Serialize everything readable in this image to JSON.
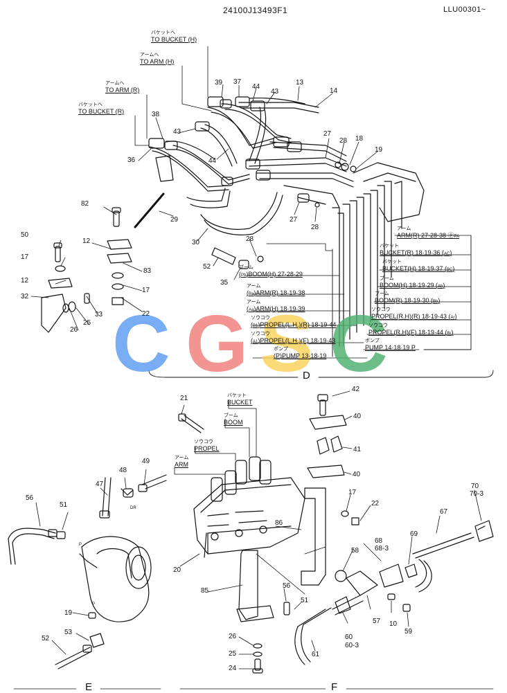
{
  "header": {
    "part_no": "24100J13493F1",
    "serial_range": "LLU00301~"
  },
  "watermark": {
    "letters": [
      "C",
      "G",
      "S",
      "C"
    ],
    "colors": [
      "#5b9cf2",
      "#f07d7b",
      "#f9d25a",
      "#4caf6e"
    ]
  },
  "sections": {
    "d": "D",
    "e": "E",
    "f": "F"
  },
  "d_labels": [
    {
      "kana": "バケットへ",
      "text": "TO BUCKET (H)"
    },
    {
      "kana": "アームへ",
      "text": "TO ARM (H)"
    },
    {
      "kana": "アームへ",
      "text": "TO ARM (R)"
    },
    {
      "kana": "バケットへ",
      "text": "TO BUCKET (R)"
    }
  ],
  "d_ports": [
    {
      "kana": "アーム",
      "text": "ARM(R) 27·28·38",
      "tag": "PA"
    },
    {
      "kana": "バケット",
      "text": "BUCKET(R) 18·19·36",
      "tag": "AC"
    },
    {
      "kana": "バケット",
      "text": "BUCKET(H) 18·19·37",
      "tag": "BC"
    },
    {
      "kana": "ブーム",
      "text": "BOOM(H) 18·19·29",
      "tag": "Ab"
    },
    {
      "kana": "ブーム",
      "text": "BOOM(R) 18·19·30",
      "tag": "Bb"
    },
    {
      "kana": "ソウコウ",
      "text": "PROPEL(R.H)(R) 18·19·43",
      "tag": "Ar"
    },
    {
      "kana": "ソウコウ",
      "text": "PROPEL(R.H)(F) 18·19·44",
      "tag": "Br"
    },
    {
      "kana": "ポンプ",
      "text": "PUMP 14·18·19",
      "tag": "P"
    },
    {
      "kana": "ブーム",
      "text": "BOOM(H) 27·28·29",
      "tag": "Pb"
    },
    {
      "kana": "アーム",
      "text": "ARM(R) 18·19·38",
      "tag": "Ba"
    },
    {
      "kana": "アーム",
      "text": "ARM(H) 18·19·39",
      "tag": "Aa"
    },
    {
      "kana": "ソウコウ",
      "text": "PROPEL(L.H.)(R) 18·19·44",
      "tag": "B1"
    },
    {
      "kana": "ソウコウ",
      "text": "PROPEL(L.H.)(F) 18·19·43",
      "tag": "A1"
    },
    {
      "kana": "ポンプ",
      "text": "PUMP 13·18·19",
      "tag": "P"
    }
  ],
  "d_numbers": [
    "39",
    "37",
    "44",
    "43",
    "13",
    "14",
    "38",
    "43",
    "36",
    "44",
    "27",
    "28",
    "18",
    "19",
    "82",
    "29",
    "30",
    "27",
    "28",
    "50",
    "12",
    "17",
    "12",
    "32",
    "33",
    "25",
    "26",
    "83",
    "17",
    "22",
    "52",
    "35",
    "28"
  ],
  "f_labels": [
    {
      "kana": "バケット",
      "text": "BUCKET"
    },
    {
      "kana": "ブーム",
      "text": "BOOM"
    },
    {
      "kana": "ソウコウ",
      "text": "PROPEL"
    },
    {
      "kana": "アーム",
      "text": "ARM"
    }
  ],
  "e_numbers": [
    "47",
    "48",
    "49",
    "56",
    "51",
    "19",
    "53",
    "52"
  ],
  "e_port_marks": [
    "DR",
    "P",
    "P"
  ],
  "f_numbers": [
    "21",
    "42",
    "40",
    "41",
    "40",
    "17",
    "22",
    "67",
    "70",
    "70-3",
    "86",
    "68",
    "68-3",
    "69",
    "20",
    "58",
    "85",
    "56",
    "51",
    "57",
    "10",
    "59",
    "26",
    "25",
    "24",
    "60",
    "60-3",
    "61"
  ]
}
